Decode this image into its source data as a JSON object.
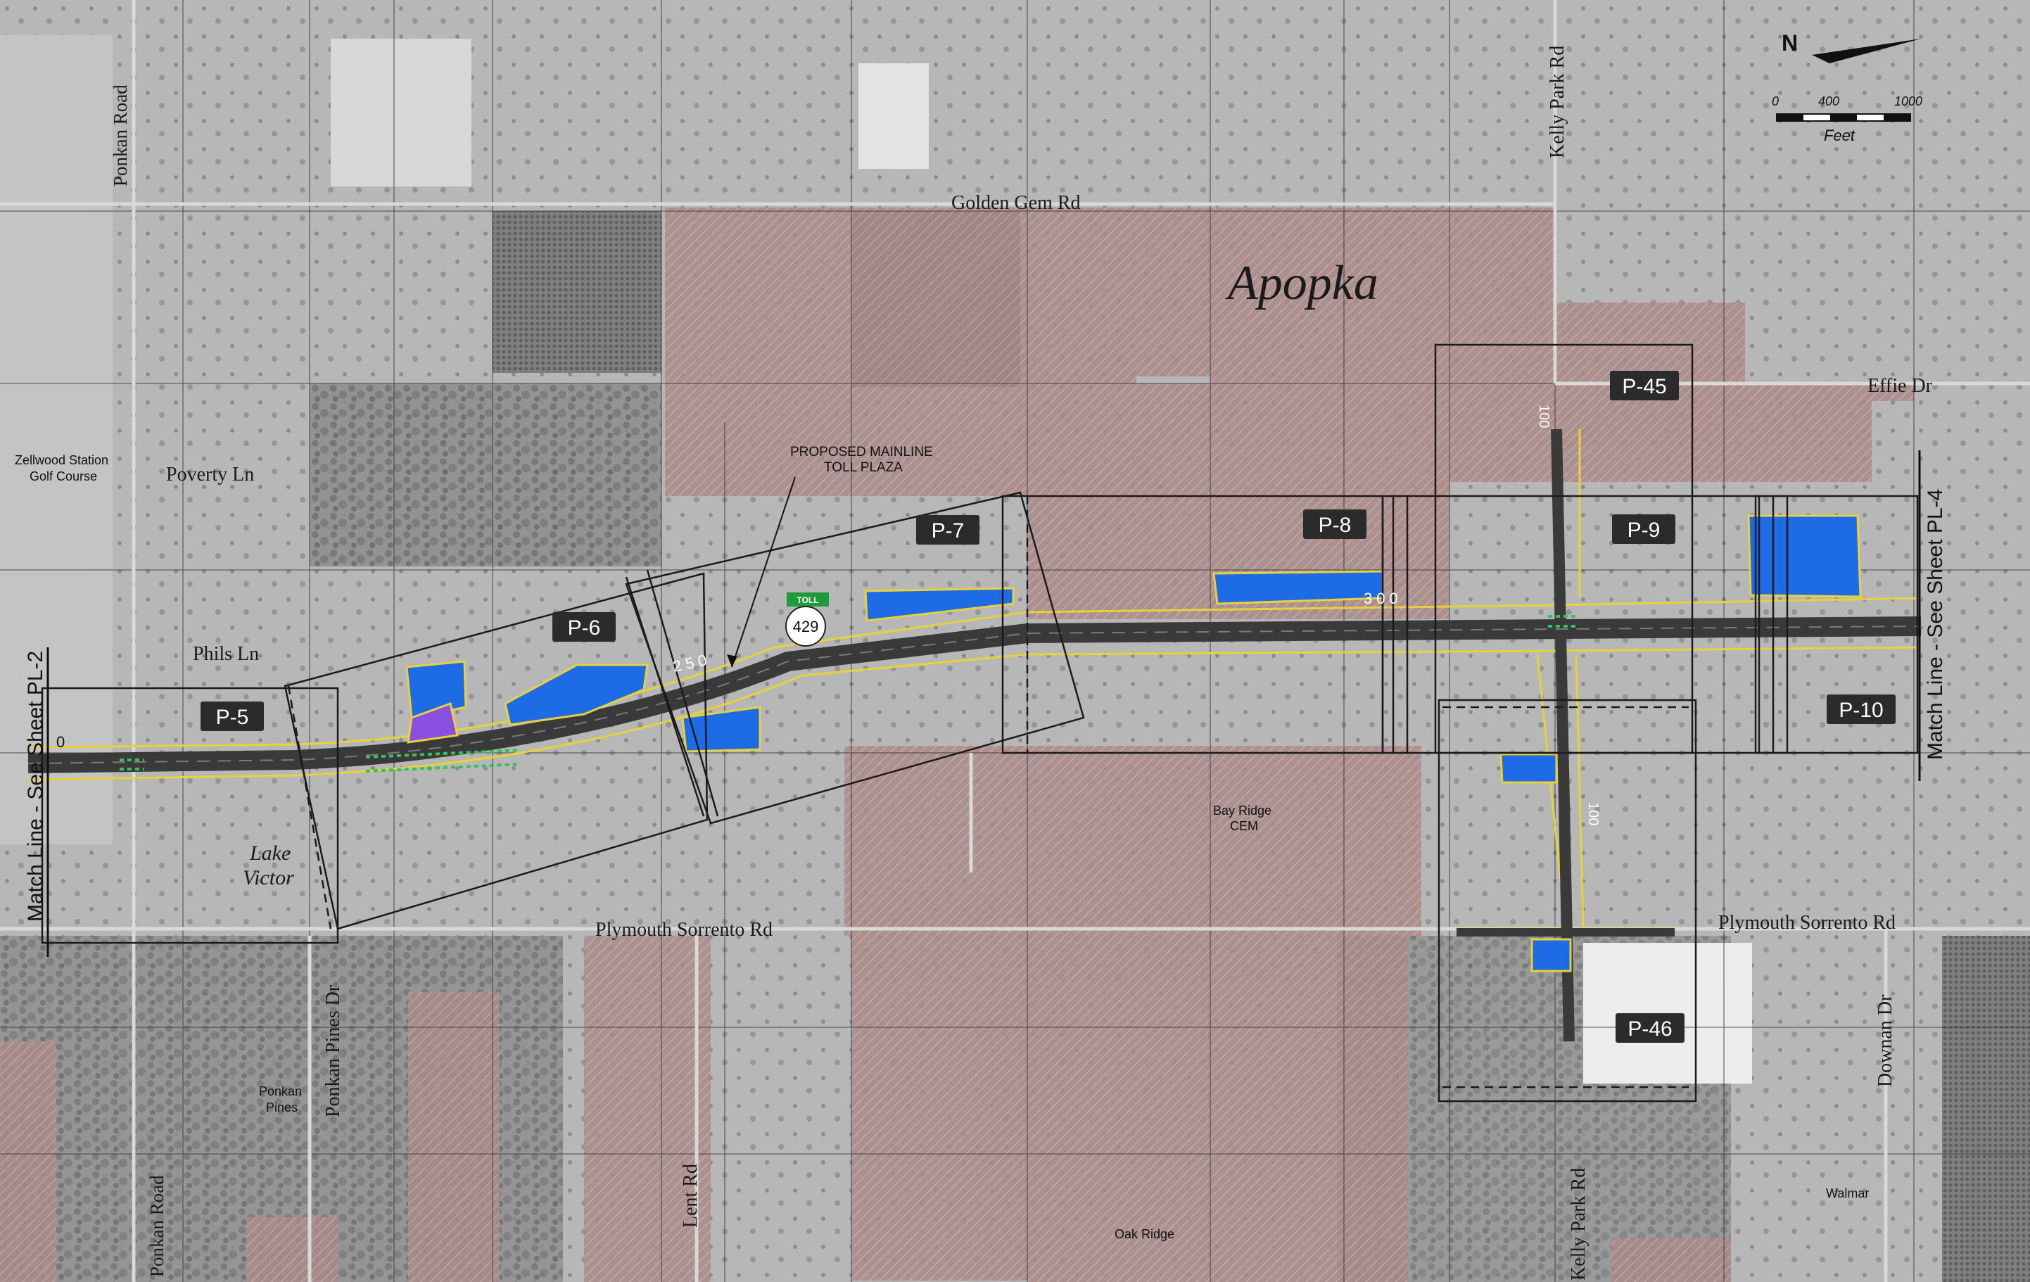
{
  "colors": {
    "pond": "#1e6be6",
    "pond_special": "#8a4fe0",
    "hatch": "#b58a88",
    "roadway": "#3a3a3a",
    "edge_line": "#e8d23a",
    "toll_sign": "#1f9a3a"
  },
  "title": "Apopka",
  "place_labels": {
    "zellwood": "Zellwood Station\nGolf Course",
    "lake_victor_1": "Lake",
    "lake_victor_2": "Victor",
    "bay_ridge": "Bay Ridge\nCEM",
    "ponkan_pines_1": "Ponkan",
    "ponkan_pines_2": "Pines",
    "oak_ridge": "Oak Ridge",
    "walmar": "Walmar"
  },
  "roads": {
    "ponkan_road_top": "Ponkan Road",
    "ponkan_road_bottom": "Ponkan Road",
    "golden_gem": "Golden Gem Rd",
    "poverty_ln": "Poverty Ln",
    "phils_ln": "Phils Ln",
    "effie_dr": "Effie Dr",
    "kelly_park_top": "Kelly Park Rd",
    "kelly_park_bottom": "Kelly Park Rd",
    "plymouth_sorrento_left": "Plymouth Sorrento Rd",
    "plymouth_sorrento_right": "Plymouth Sorrento Rd",
    "ponkan_pines_dr": "Ponkan Pines Dr",
    "lent_rd": "Lent Rd",
    "downan_dr": "Downan Dr"
  },
  "match_lines": {
    "left": "Match Line - See Sheet PL-2",
    "right": "Match Line - See Sheet PL-4"
  },
  "callout": "PROPOSED MAINLINE\nTOLL PLAZA",
  "sign": {
    "top": "TOLL",
    "number": "429"
  },
  "stations": {
    "s0": "0",
    "s250": "250",
    "s300": "300",
    "s100a": "100",
    "s100b": "100"
  },
  "panels": [
    "P-5",
    "P-6",
    "P-7",
    "P-8",
    "P-9",
    "P-10",
    "P-45",
    "P-46"
  ],
  "scale": {
    "north": "N",
    "t0": "0",
    "t400": "400",
    "t1000": "1000",
    "unit": "Feet"
  }
}
